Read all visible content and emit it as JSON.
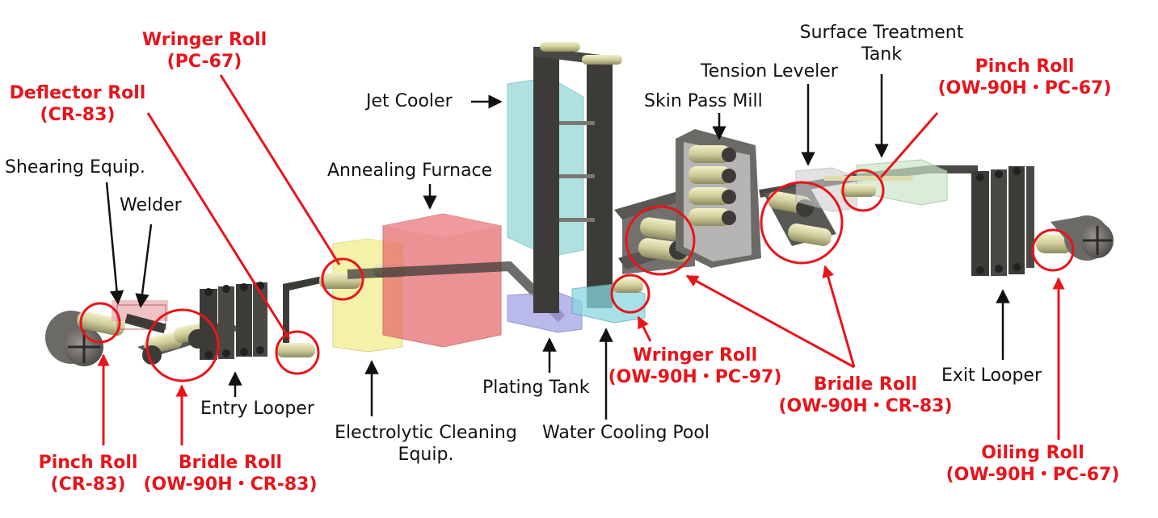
{
  "colors": {
    "callout": "#e8141b",
    "metal": "#3d3b38",
    "roll": "#cfcc9a",
    "annealing_furnace": "#e7696b",
    "jet_cooler": "#7fcfcf",
    "cleaning_equipment": "#f0ec86",
    "plating_tank": "#a4a2e6",
    "water_pool": "#8ad6e0"
  },
  "labels": {
    "shearing": "Shearing Equip.",
    "welder": "Welder",
    "entry_looper": "Entry Looper",
    "annealing": "Annealing Furnace",
    "jet_cooler": "Jet Cooler",
    "electrolytic": [
      "Electrolytic Cleaning",
      "Equip."
    ],
    "plating": "Plating Tank",
    "water_cooling": "Water Cooling Pool",
    "skin_pass": "Skin Pass Mill",
    "tension": "Tension Leveler",
    "surface": [
      "Surface Treatment",
      "Tank"
    ],
    "exit_looper": "Exit Looper"
  },
  "rolls": {
    "wringer_entry": [
      "Wringer Roll",
      "(PC-67)"
    ],
    "deflector": [
      "Deflector Roll",
      "(CR-83)"
    ],
    "pinch_entry": [
      "Pinch Roll",
      "(CR-83)"
    ],
    "bridle_entry": [
      "Bridle Roll",
      "(OW-90H・CR-83)"
    ],
    "wringer_mid": [
      "Wringer Roll",
      "(OW-90H・PC-97)"
    ],
    "bridle_exit": [
      "Bridle Roll",
      "(OW-90H・CR-83)"
    ],
    "pinch_exit": [
      "Pinch Roll",
      "(OW-90H・PC-67)"
    ],
    "oiling": [
      "Oiling Roll",
      "(OW-90H・PC-67)"
    ]
  }
}
